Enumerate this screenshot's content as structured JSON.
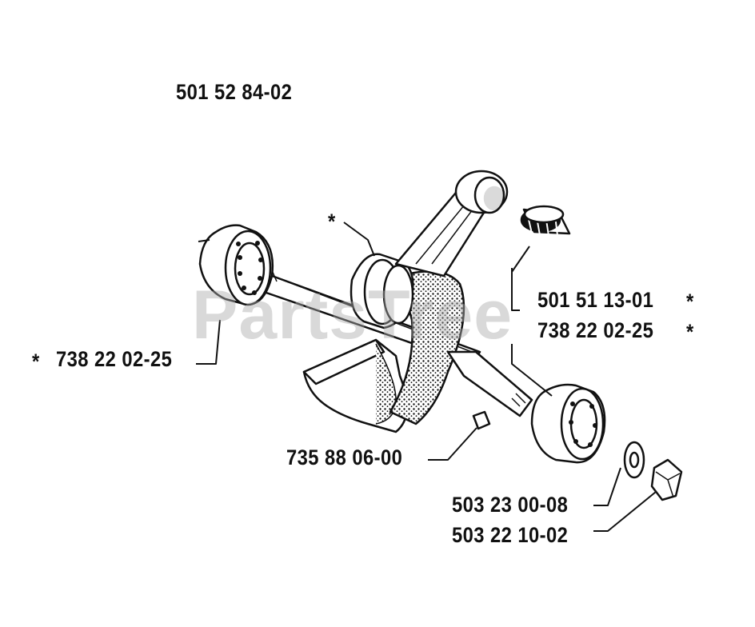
{
  "diagram": {
    "assembly_number": "501 52 84-02",
    "watermark": "PartsTree",
    "marker_star": "*",
    "callouts": {
      "needle_bearing": {
        "part": "501 51 13-01",
        "star": "*"
      },
      "bearing_right": {
        "part": "738 22 02-25",
        "star": "*"
      },
      "bearing_left": {
        "part": "738 22 02-25",
        "star": "*"
      },
      "key": {
        "part": "735 88 06-00"
      },
      "washer": {
        "part": "503 23 00-08"
      },
      "nut": {
        "part": "503 22 10-02"
      }
    },
    "colors": {
      "ink": "#111111",
      "paper": "#ffffff",
      "watermark": "#aaaaaa"
    }
  }
}
